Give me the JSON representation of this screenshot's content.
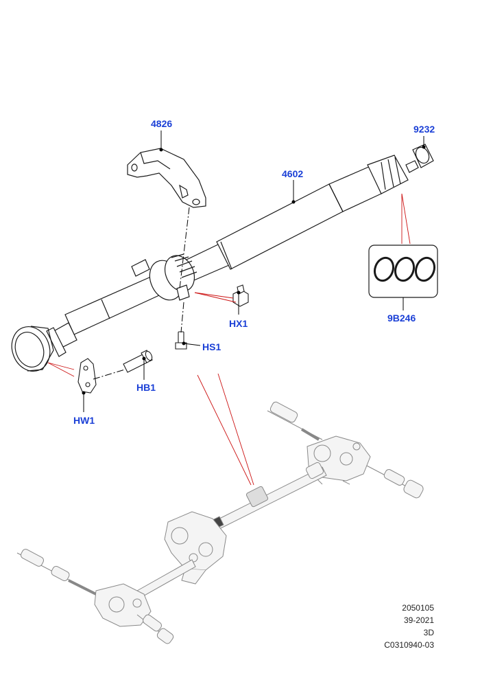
{
  "colors": {
    "callout_text": "#1a3fd6",
    "leader_line": "#000000",
    "pointer_line": "#cc1111",
    "part_fill": "#ffffff",
    "part_stroke": "#1a1a1a",
    "background_assembly": "#888888"
  },
  "callouts": {
    "c4826": "4826",
    "c9232": "9232",
    "c4602": "4602",
    "c9B246": "9B246",
    "cHX1": "HX1",
    "cHS1": "HS1",
    "cHB1": "HB1",
    "cHW1": "HW1"
  },
  "reference": {
    "line1": "2050105",
    "line2": "39-2021",
    "line3": "3D",
    "line4": "C0310940-03"
  }
}
